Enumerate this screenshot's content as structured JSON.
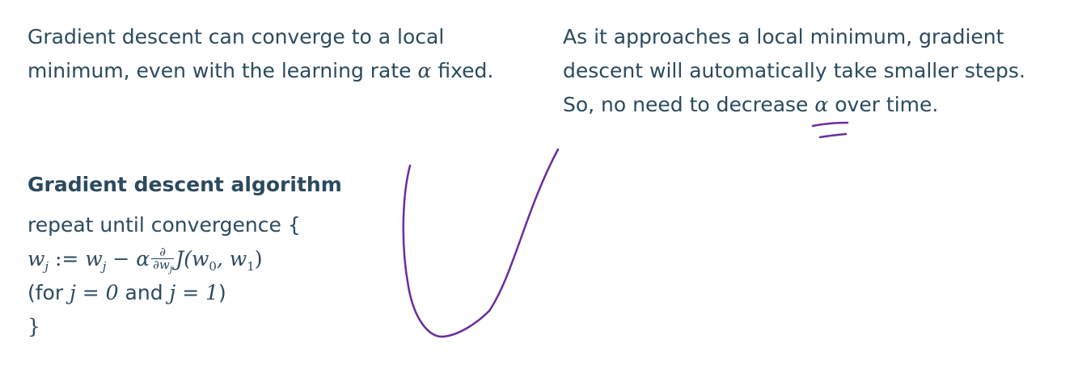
{
  "left_note": {
    "line1": "Gradient descent can converge to a local",
    "line2_prefix": "minimum, even with the learning rate ",
    "line2_alpha": "α",
    "line2_suffix": " fixed."
  },
  "right_note": {
    "line1": "As it approaches a local minimum, gradient",
    "line2": "descent will automatically take smaller steps.",
    "line3_prefix": "So, no need to decrease ",
    "line3_alpha": "α",
    "line3_suffix": " over time."
  },
  "algorithm": {
    "heading": "Gradient descent algorithm",
    "repeat_line": "repeat until convergence {",
    "update": {
      "w": "w",
      "j": "j",
      "assign": " := ",
      "minus_alpha": " − α",
      "partial": "∂",
      "den_w": "∂w",
      "J": "J",
      "args": "(w",
      "zero": "0",
      "comma": ", w",
      "one": "1",
      "close": ")"
    },
    "for_prefix": "(for ",
    "for_cond1": "j = 0",
    "for_and": " and ",
    "for_cond2": "j = 1",
    "for_suffix": ")",
    "closing_brace": "}"
  },
  "colors": {
    "text": "#2b4a5e",
    "ink": "#6a2d9c"
  }
}
